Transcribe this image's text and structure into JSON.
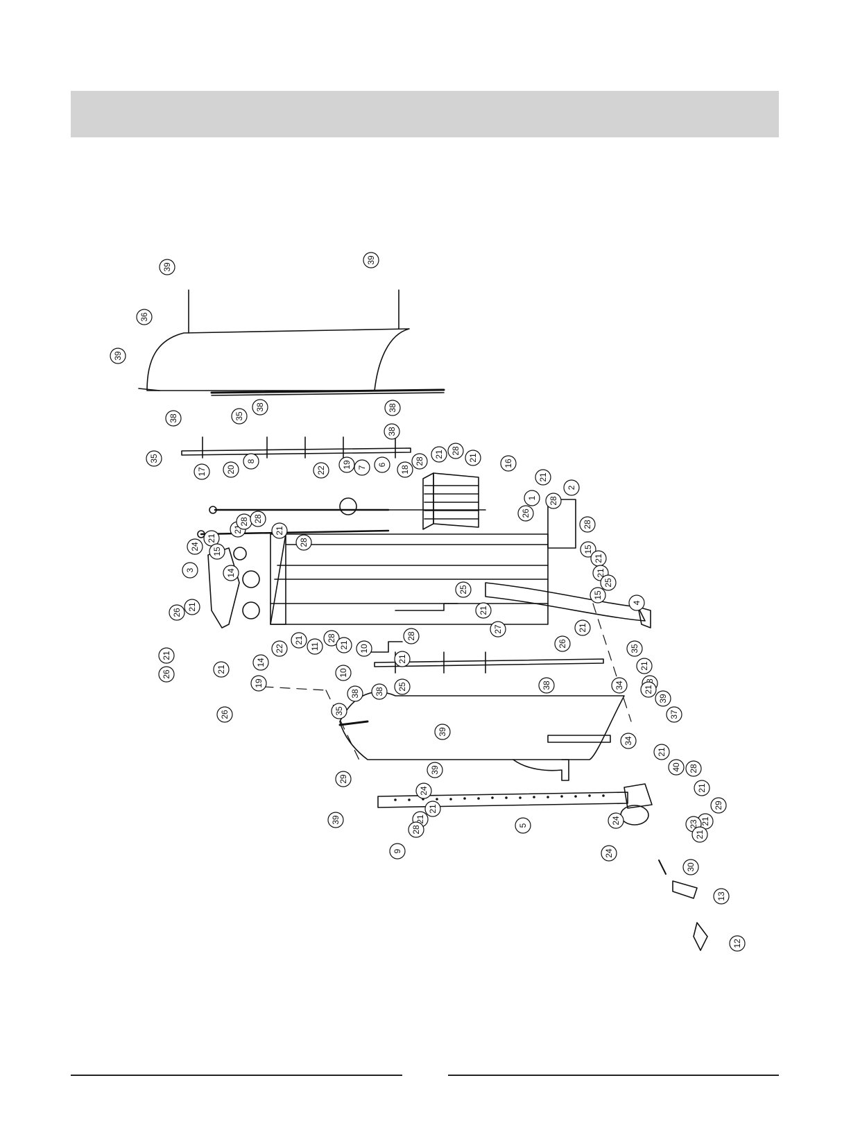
{
  "header": {
    "band_color": "#d3d3d3"
  },
  "diagram": {
    "line_color": "#111111",
    "callouts": [
      "39",
      "39",
      "36",
      "39",
      "35",
      "38",
      "38",
      "38",
      "35",
      "38",
      "17",
      "20",
      "8",
      "22",
      "19",
      "7",
      "6",
      "18",
      "28",
      "21",
      "28",
      "21",
      "16",
      "21",
      "2",
      "1",
      "28",
      "26",
      "28",
      "15",
      "21",
      "21",
      "25",
      "15",
      "4",
      "21",
      "26",
      "24",
      "21",
      "21",
      "28",
      "28",
      "21",
      "28",
      "15",
      "14",
      "3",
      "21",
      "26",
      "21",
      "26",
      "21",
      "26",
      "19",
      "14",
      "22",
      "21",
      "11",
      "28",
      "21",
      "28",
      "10",
      "10",
      "21",
      "25",
      "21",
      "27",
      "38",
      "25",
      "38",
      "35",
      "39",
      "21",
      "28",
      "35",
      "38",
      "34",
      "21",
      "39",
      "37",
      "34",
      "21",
      "40",
      "28",
      "21",
      "29",
      "21",
      "23",
      "24",
      "21",
      "24",
      "30",
      "13",
      "12",
      "29",
      "39",
      "21",
      "24",
      "28",
      "21",
      "9",
      "39",
      "5"
    ]
  }
}
